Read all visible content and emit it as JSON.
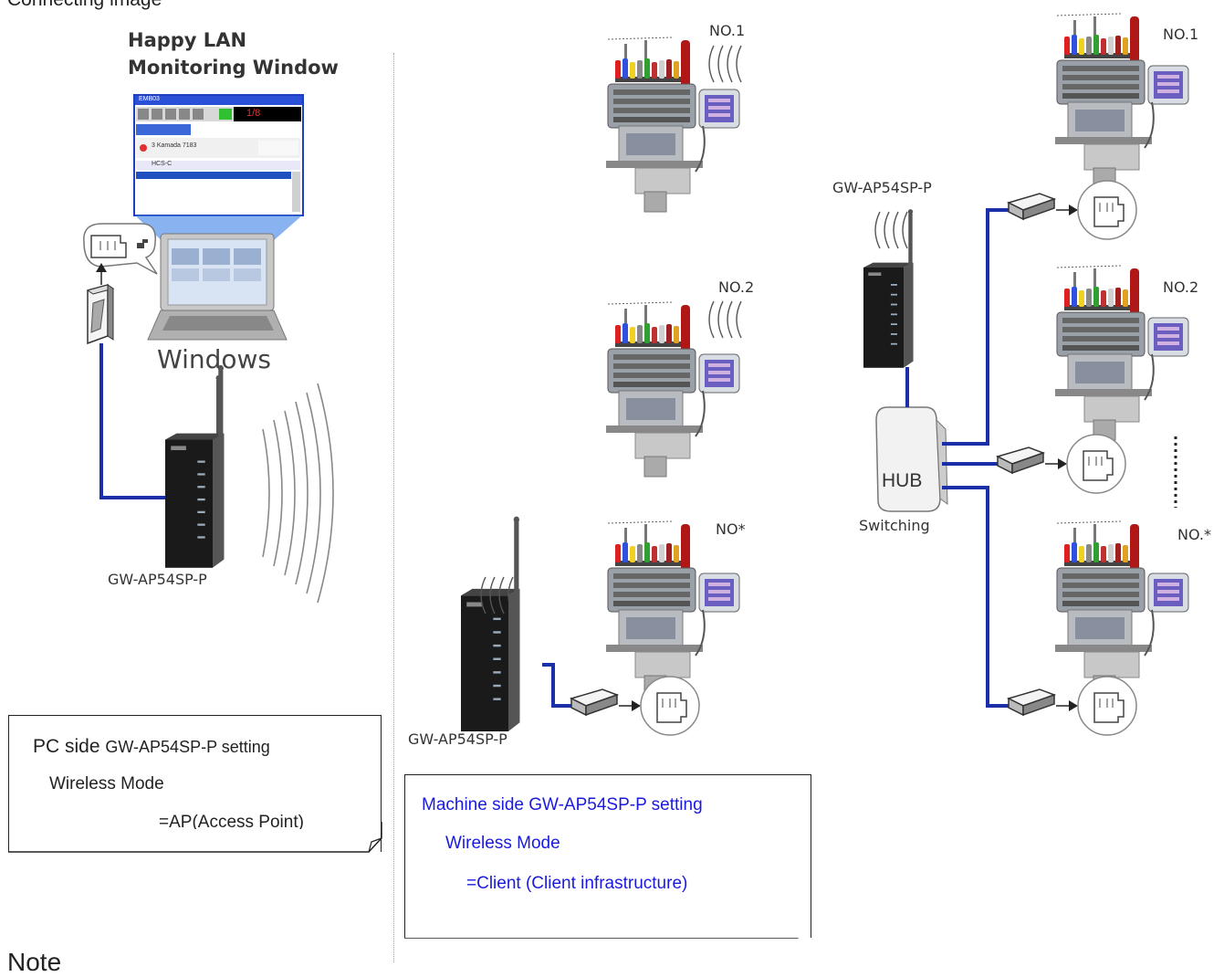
{
  "header": {
    "title": "Connecting image"
  },
  "pc_side": {
    "window_title_line1": "Happy LAN",
    "window_title_line2": "Monitoring Window",
    "os_label": "Windows",
    "router_label": "GW-AP54SP-P",
    "mini_window": {
      "caption": "EMB03",
      "count": "1/8",
      "row_a": "3  Kamada  7183",
      "row_b": "HCS-C"
    }
  },
  "machines_wireless": {
    "labels": [
      "NO.1",
      "NO.2",
      "NO*"
    ],
    "router_label": "GW-AP54SP-P"
  },
  "machines_wired": {
    "labels": [
      "NO.1",
      "NO.2",
      "NO.*"
    ],
    "router_label": "GW-AP54SP-P",
    "hub_label": "HUB",
    "switch_label": "Switching"
  },
  "note_pc": {
    "prefix": "PC side",
    "device": "GW-AP54SP-P  setting",
    "line2": "Wireless Mode",
    "line3": "=AP(Access Point)"
  },
  "note_machine": {
    "line1": "Machine side GW-AP54SP-P setting",
    "line2": "Wireless Mode",
    "line3": "=Client (Client infrastructure)",
    "color": "#1a1adf"
  },
  "footer": {
    "partial_text": "Note"
  },
  "colors": {
    "cable": "#1a2fa8",
    "text_blue": "#1a1adf"
  }
}
